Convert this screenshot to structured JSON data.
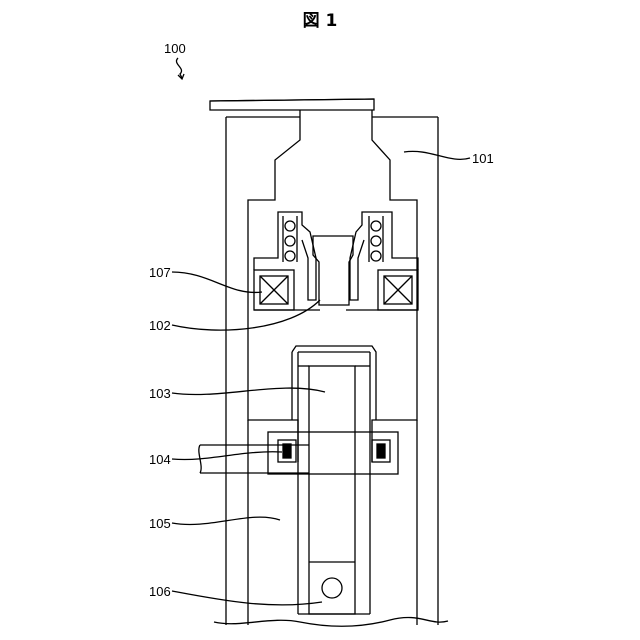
{
  "figure": {
    "title": "図 1",
    "labels": {
      "assembly": "100",
      "housing": "101",
      "part_102": "102",
      "part_103": "103",
      "part_104": "104",
      "part_105": "105",
      "part_106": "106",
      "part_107": "107"
    }
  }
}
